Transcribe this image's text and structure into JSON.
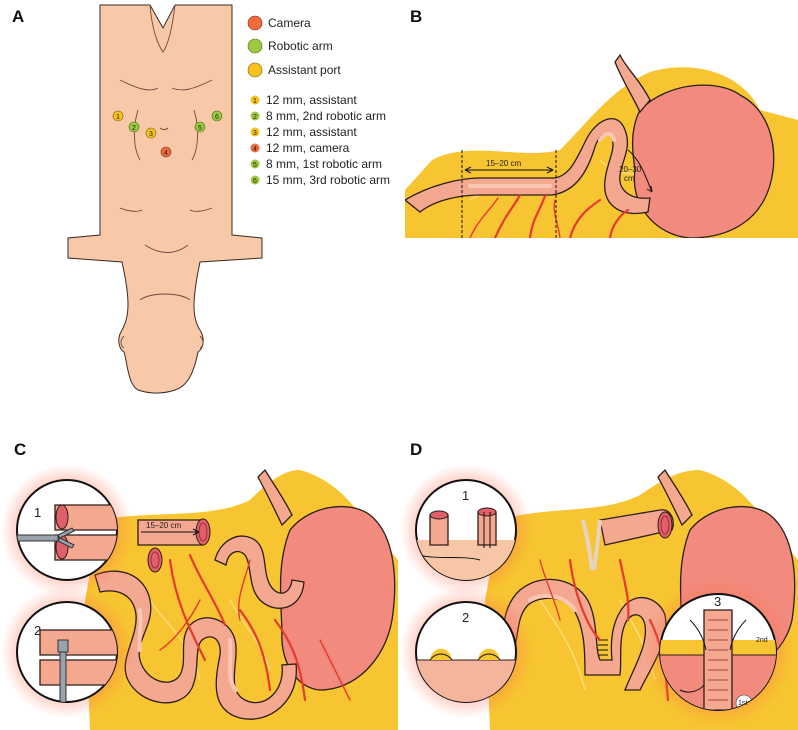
{
  "panels": {
    "a": "A",
    "b": "B",
    "c": "C",
    "d": "D"
  },
  "legend": {
    "camera": "Camera",
    "robotic_arm": "Robotic arm",
    "assistant_port": "Assistant port"
  },
  "colors": {
    "camera": "#ef6a3c",
    "robotic_arm": "#9dc942",
    "assistant_port": "#f6c21b",
    "fat": "#f7c531",
    "bowel": "#f4a88f",
    "vessel": "#e63a2e",
    "skin": "#f8c9a8"
  },
  "ports": [
    {
      "num": "1",
      "text": "12 mm, assistant",
      "kind": "assistant_port"
    },
    {
      "num": "2",
      "text": "8 mm, 2nd robotic arm",
      "kind": "robotic_arm"
    },
    {
      "num": "3",
      "text": "12 mm, assistant",
      "kind": "assistant_port"
    },
    {
      "num": "4",
      "text": "12 mm, camera",
      "kind": "camera"
    },
    {
      "num": "5",
      "text": "8 mm, 1st robotic arm",
      "kind": "robotic_arm"
    },
    {
      "num": "6",
      "text": "15 mm, 3rd robotic arm",
      "kind": "robotic_arm"
    }
  ],
  "panel_b": {
    "dim_limb": "15–20 cm",
    "dim_loop_line1": "20–30",
    "dim_loop_line2": "cm"
  },
  "panel_c": {
    "dim_segment": "15–20 cm",
    "inset1": "1",
    "inset2": "2"
  },
  "panel_d": {
    "inset1": "1",
    "inset2": "2",
    "inset3": "3",
    "label_2nd": "2nd",
    "label_1st": "1st"
  }
}
